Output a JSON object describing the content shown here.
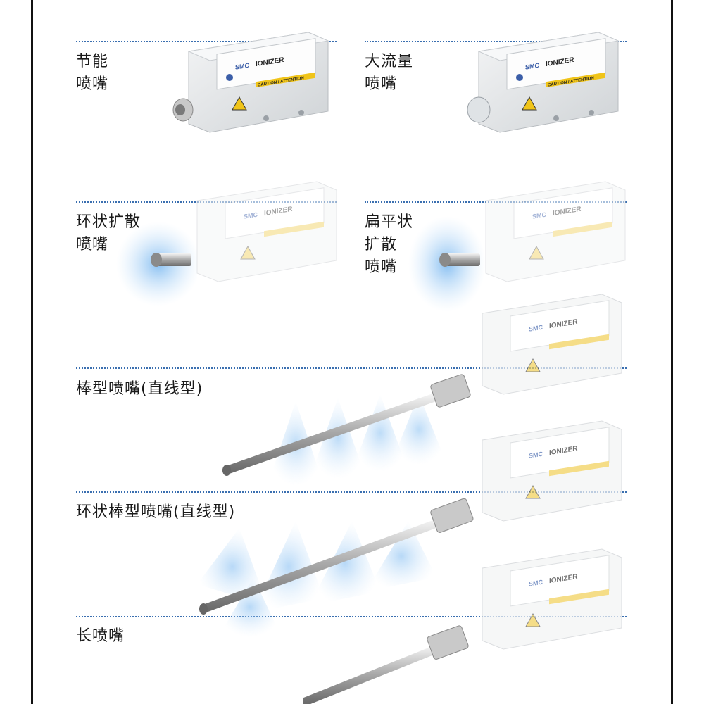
{
  "labels": {
    "energy_saving": "节能\n喷嘴",
    "high_flow": "大流量\n喷嘴",
    "ring_diffusion": "环状扩散\n喷嘴",
    "flat_diffusion": "扁平状\n扩散\n喷嘴",
    "rod_straight": "棒型喷嘴(直线型)",
    "ring_rod_straight": "环状棒型喷嘴(直线型)",
    "long": "长喷嘴"
  },
  "device": {
    "brand": "SMC",
    "name": "IONIZER",
    "caution": "CAUTION / ATTENTION"
  },
  "colors": {
    "rule": "#3a6fb0",
    "mist": "#7ab8f0",
    "housing": "#e6e8ea"
  },
  "icons": [
    "warning-triangle-icon",
    "ce-mark-icon",
    "smc-logo-icon"
  ]
}
